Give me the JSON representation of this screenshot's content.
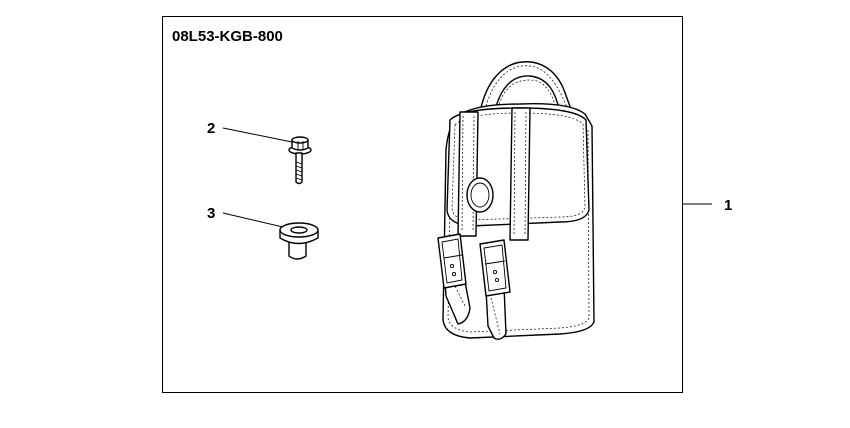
{
  "diagram": {
    "part_number": "08L53-KGB-800",
    "callouts": [
      {
        "id": "1",
        "label": "1",
        "part": "saddle-bag"
      },
      {
        "id": "2",
        "label": "2",
        "part": "bolt"
      },
      {
        "id": "3",
        "label": "3",
        "part": "collar"
      }
    ]
  },
  "colors": {
    "line": "#000000",
    "background": "#ffffff"
  }
}
